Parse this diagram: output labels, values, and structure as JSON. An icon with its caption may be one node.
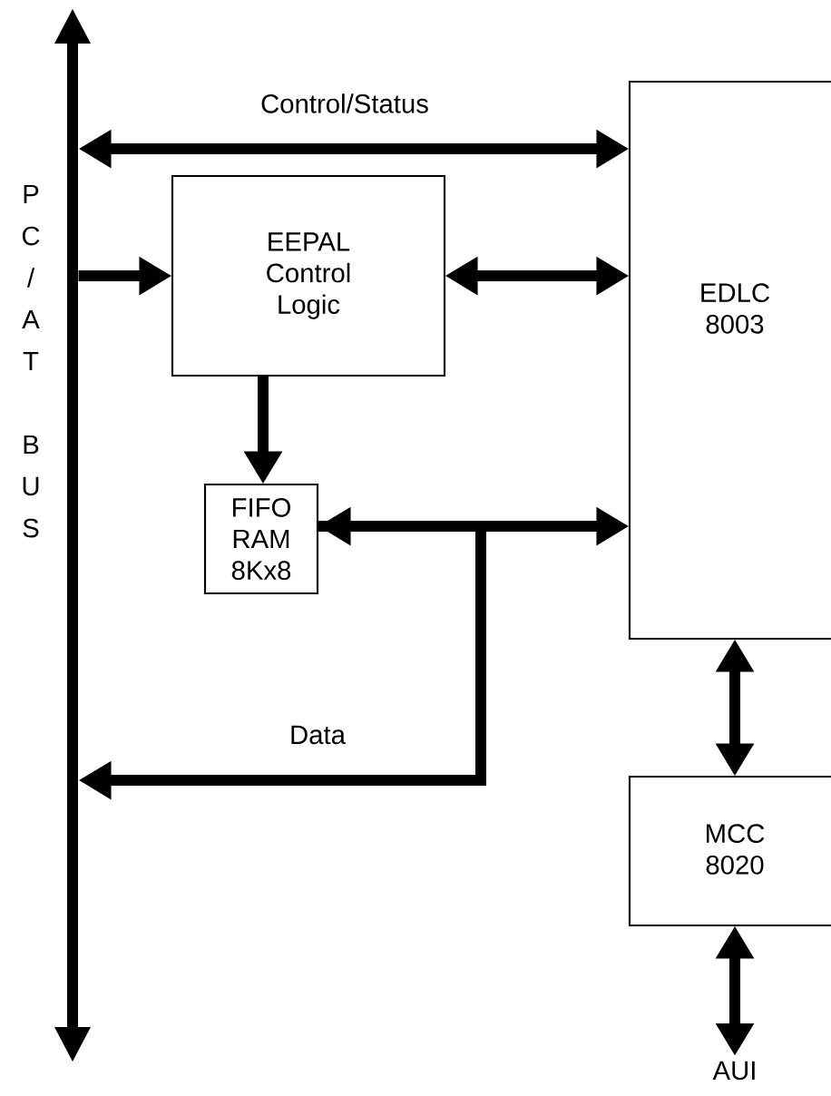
{
  "diagram": {
    "nodes": [
      {
        "text": [
          "P",
          "C",
          "/",
          "A",
          "T",
          "B",
          "U",
          "S"
        ]
      },
      {
        "text": [
          "EEPAL Control Logic"
        ]
      },
      {
        "text": [
          "EDLC 8003"
        ]
      },
      {
        "text": [
          "FIFO RAM 8Kx8"
        ]
      },
      {
        "text": [
          "MCC 8020"
        ]
      },
      {
        "text": [
          "AUI"
        ]
      }
    ],
    "edges": [
      {
        "from": 0,
        "to": 2,
        "arrow": "both",
        "label": "Control/Status"
      },
      {
        "from": 0,
        "to": 1,
        "arrow": "to"
      },
      {
        "from": 1,
        "to": 2,
        "arrow": "both"
      },
      {
        "from": 1,
        "to": 3,
        "arrow": "to"
      },
      {
        "from": 3,
        "to": 2,
        "arrow": "both"
      },
      {
        "from": 3,
        "to": 0,
        "arrow": "to",
        "label": "Data"
      },
      {
        "from": 2,
        "to": 4,
        "arrow": "both"
      },
      {
        "from": 4,
        "to": 5,
        "arrow": "both"
      }
    ]
  }
}
